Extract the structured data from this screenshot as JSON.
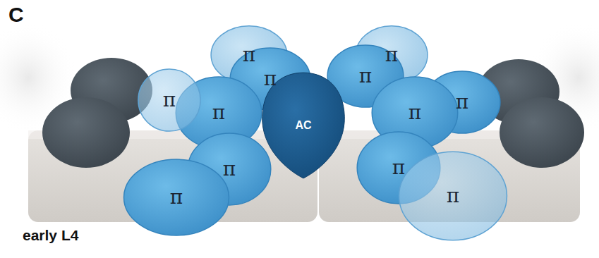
{
  "diagram": {
    "nodes": [
      {
        "text": [
          "π"
        ]
      },
      {
        "text": [
          "π"
        ]
      },
      {
        "text": [
          "π"
        ]
      },
      {
        "text": [
          "π"
        ]
      },
      {
        "text": [
          "π"
        ]
      },
      {
        "text": [
          "π"
        ]
      },
      {
        "text": [
          "π"
        ]
      },
      {
        "text": [
          "π"
        ]
      },
      {
        "text": [
          "π"
        ]
      },
      {
        "text": [
          "AC"
        ]
      },
      {
        "text": [
          "π"
        ]
      },
      {
        "text": [
          "π"
        ]
      },
      {
        "text": [
          "π"
        ]
      }
    ],
    "labels": [
      "C",
      "early L4"
    ]
  }
}
